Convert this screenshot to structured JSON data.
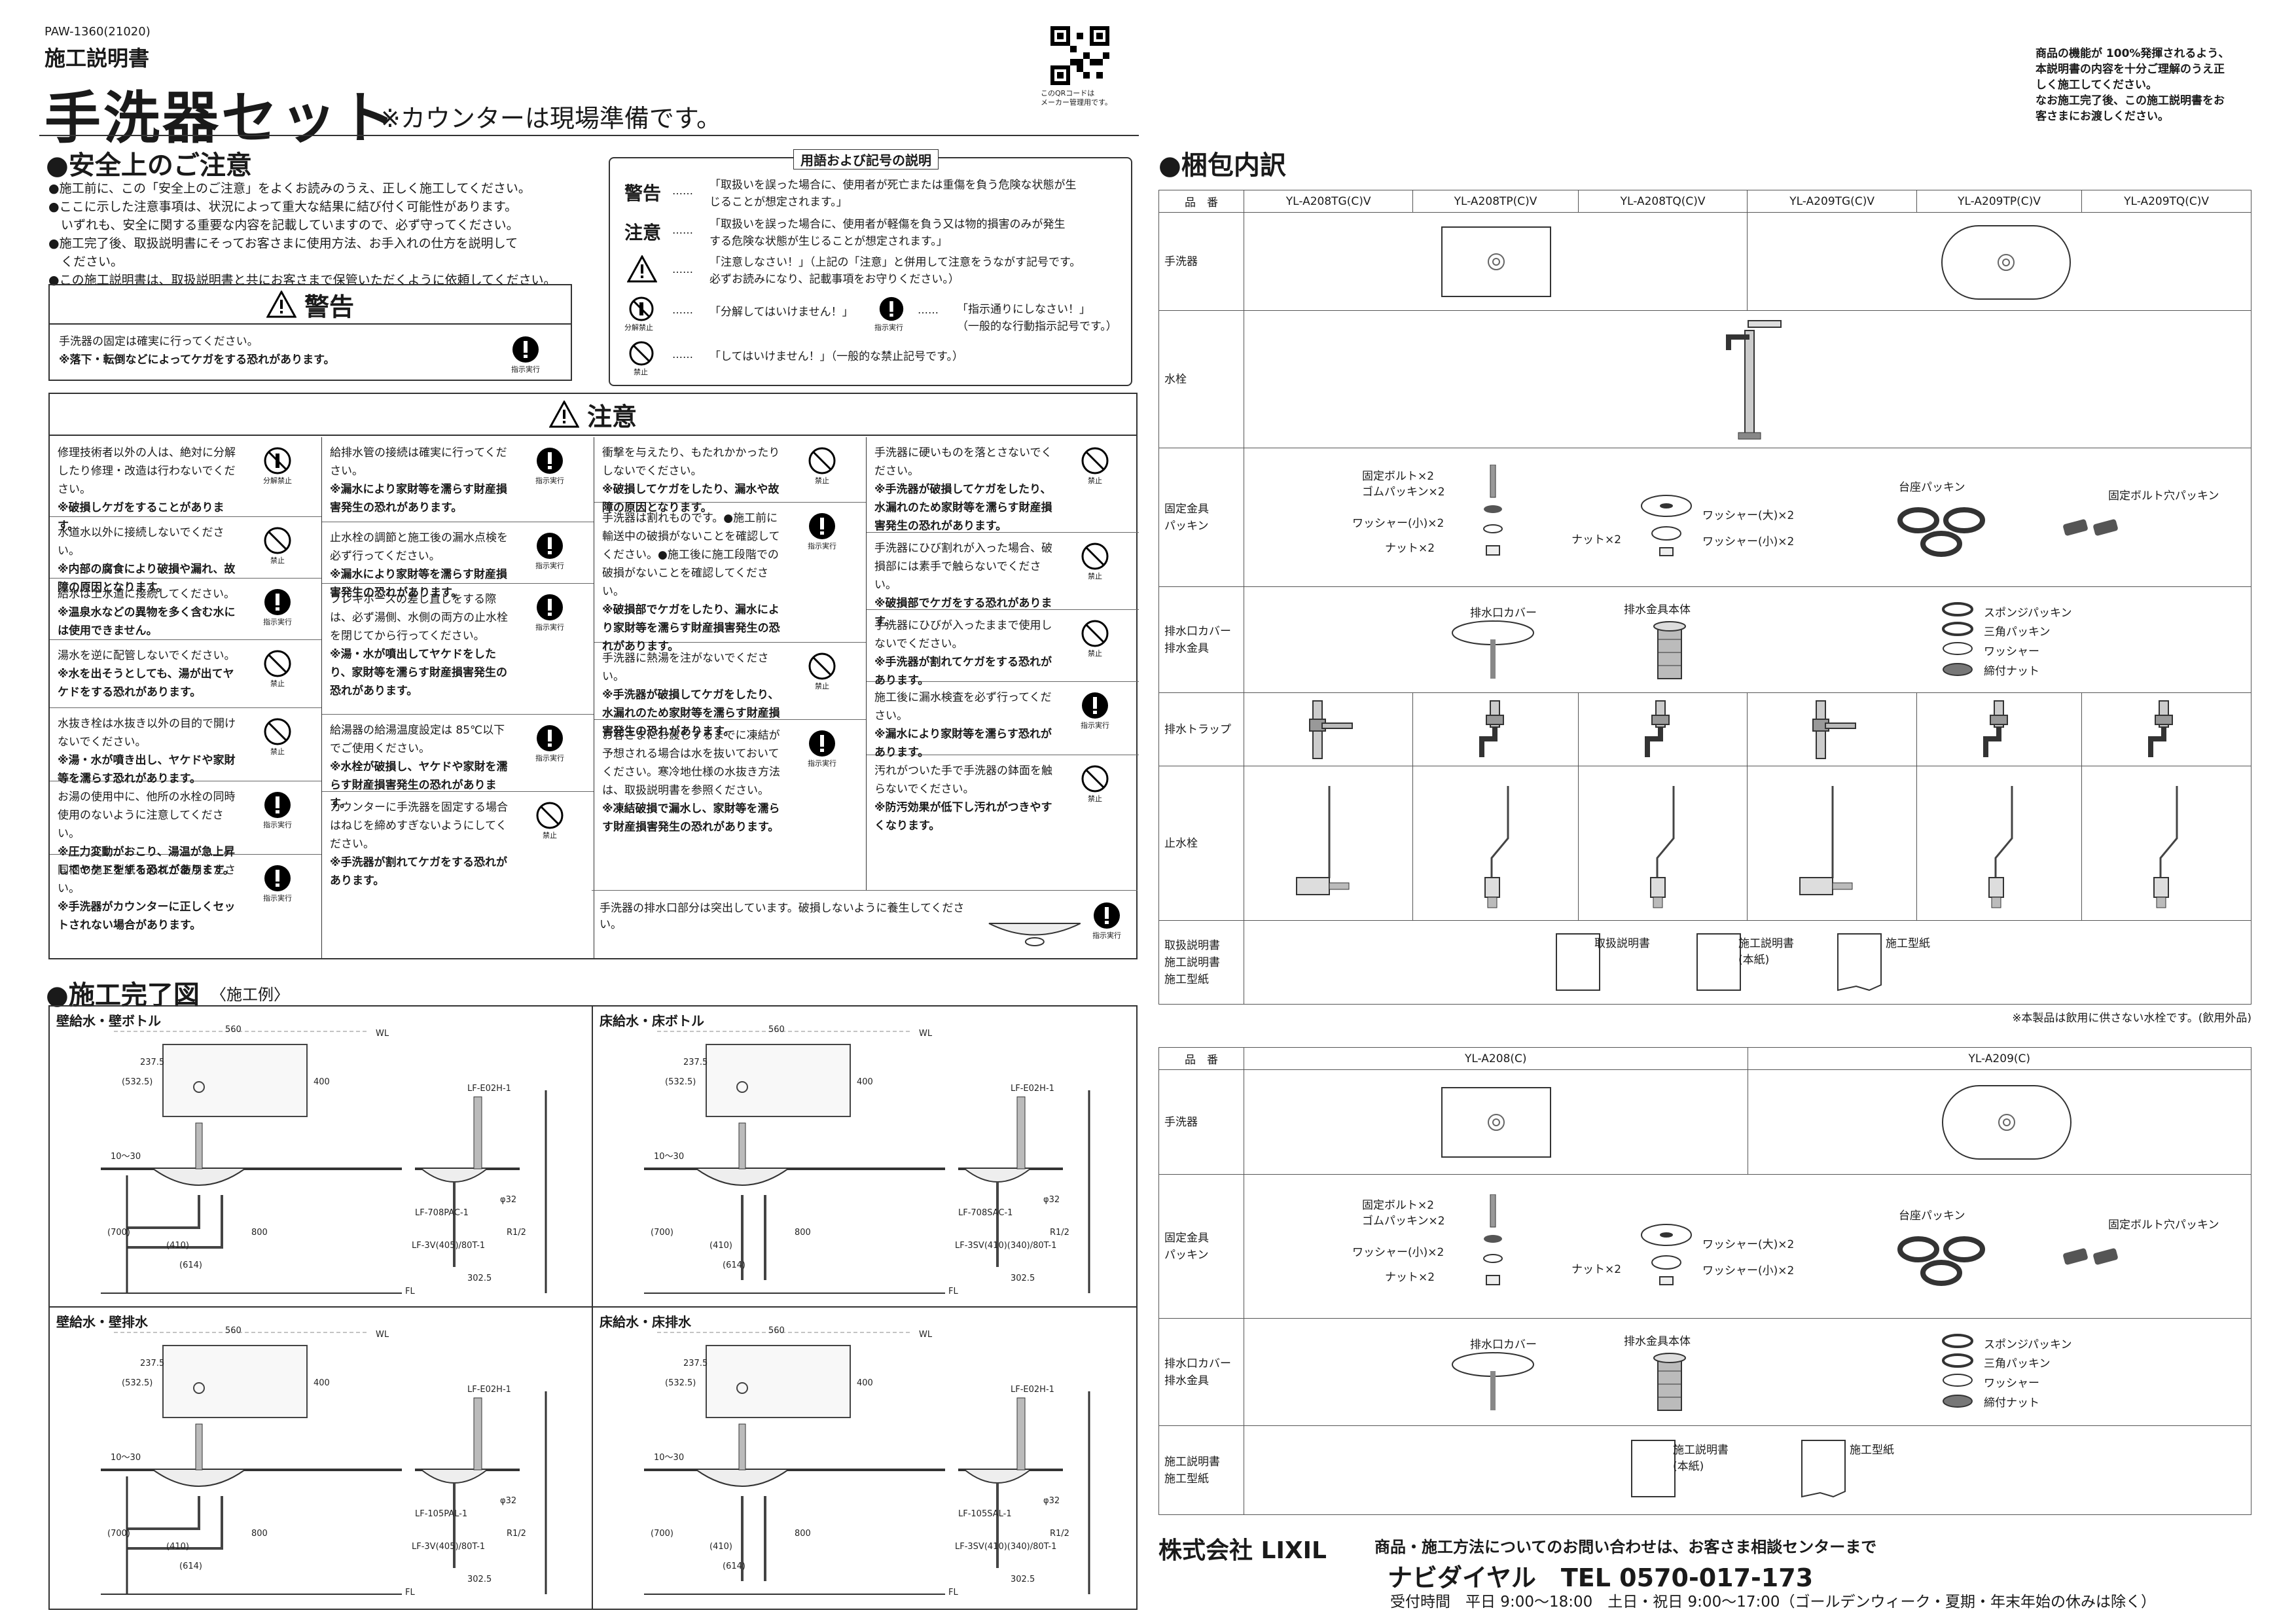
{
  "header": {
    "doc_code": "PAW-1360(21020)",
    "doc_type": "施工説明書",
    "title": "手洗器セット",
    "subtitle": "※カウンターは現場準備です。",
    "qr_caption": "このQRコードは\nメーカー管理用です。",
    "intro_lines": [
      "商品の機能が 100%発揮されるよう、",
      "本説明書の内容を十分ご理解のうえ正",
      "しく施工してください。",
      "なお施工完了後、この施工説明書をお",
      "客さまにお渡しください。"
    ]
  },
  "safety": {
    "title": "●安全上のご注意",
    "bullets": [
      "●施工前に、この「安全上のご注意」をよくお読みのうえ、正しく施工してください。",
      "●ここに示した注意事項は、状況によって重大な結果に結び付く可能性があります。",
      "　いずれも、安全に関する重要な内容を記載していますので、必ず守ってください。",
      "●施工完了後、取扱説明書にそってお客さまに使用方法、お手入れの仕方を説明して",
      "　ください。",
      "●この施工説明書は、取扱説明書と共にお客さまで保管いただくように依頼してください。"
    ],
    "warning_title": "警告",
    "warning_line1": "手洗器の固定は確実に行ってください。",
    "warning_line2": "※落下・転倒などによってケガをする恐れがあります。",
    "warning_sym": "指示実行"
  },
  "legend": {
    "title": "用語および記号の説明",
    "keikoku": "警告",
    "keikoku_text1": "「取扱いを誤った場合に、使用者が死亡または重傷を負う危険な状態が生",
    "keikoku_text2": "じることが想定されます。」",
    "chui": "注意",
    "chui_text1": "「取扱いを誤った場合に、使用者が軽傷を負う又は物的損害のみが発生",
    "chui_text2": "する危険な状態が生じることが想定されます。」",
    "tri_text1": "「注意しなさい！」（上記の「注意」と併用して注意をうながす記号です。",
    "tri_text2": "必ずお読みになり、記載事項をお守りください。）",
    "bunkai_label": "分解禁止",
    "bunkai_text": "「分解してはいけません！」",
    "shiji_label": "指示実行",
    "shiji_text1": "「指示通りにしなさい！」",
    "shiji_text2": "（一般的な行動指示記号です。）",
    "kinshi_label": "禁止",
    "kinshi_text": "「してはいけません！」（一般的な禁止記号です。）",
    "dots": "……"
  },
  "caution": {
    "title": "注意",
    "col1": [
      {
        "text": "修理技術者以外の人は、絶対に分解したり修理・改造は行わないでください。",
        "warn": "※破損しケガをすることがあります。",
        "sym": "分解禁止"
      },
      {
        "text": "水道水以外に接続しないでください。",
        "warn": "※内部の腐食により破損や漏れ、故障の原因となります。",
        "sym": "禁止"
      },
      {
        "text": "給水は上水道に接続してください。",
        "warn": "※温泉水などの異物を多く含む水には使用できません。",
        "sym": "指示実行"
      },
      {
        "text": "湯水を逆に配管しないでください。",
        "warn": "※水を出そうとしても、湯が出てヤケドをする恐れがあります。",
        "sym": "禁止"
      },
      {
        "text": "水抜き栓は水抜き以外の目的で開けないでください。",
        "warn": "※湯・水が噴き出し、ヤケドや家財等を濡らす恐れがあります。",
        "sym": "禁止"
      },
      {
        "text": "お湯の使用中に、他所の水栓の同時使用のないように注意してください。",
        "warn": "※圧力変動がおこり、湯温が急上昇してヤケドをする恐れがあります。",
        "sym": "指示実行"
      },
      {
        "text": "同梱の施工型紙を必ずご使用ください。",
        "warn": "※手洗器がカウンターに正しくセットされない場合があります。",
        "sym": "指示実行"
      }
    ],
    "col2": [
      {
        "text": "給排水管の接続は確実に行ってください。",
        "warn": "※漏水により家財等を濡らす財産損害発生の恐れがあります。",
        "sym": "指示実行"
      },
      {
        "text": "止水栓の調節と施工後の漏水点検を必ず行ってください。",
        "warn": "※漏水により家財等を濡らす財産損害発生の恐れがあります。",
        "sym": "指示実行"
      },
      {
        "text": "フレキホースの差し直しをする際は、必ず湯側、水側の両方の止水栓を閉じてから行ってください。",
        "warn": "※湯・水が噴出してヤケドをしたり、家財等を濡らす財産損害発生の恐れがあります。",
        "sym": "指示実行"
      },
      {
        "text": "給湯器の給湯温度設定は 85℃以下でご使用ください。",
        "warn": "※水栓が破損し、ヤケドや家財を濡らす財産損害発生の恐れがあります。",
        "sym": "指示実行"
      },
      {
        "text": "カウンターに手洗器を固定する場合はねじを締めすぎないようにしてください。",
        "warn": "※手洗器が割れてケガをする恐れがあります。",
        "sym": "禁止"
      }
    ],
    "col3": [
      {
        "text": "衝撃を与えたり、もたれかかったりしないでください。",
        "warn": "※破損してケガをしたり、漏水や故障の原因となります。",
        "sym": "禁止"
      },
      {
        "text": "手洗器は割れものです。●施工前に輸送中の破損がないことを確認してください。●施工後に施工段階での破損がないことを確認してください。",
        "warn": "※破損部でケガをしたり、漏水により家財等を濡らす財産損害発生の恐れがあります。",
        "sym": "指示実行"
      },
      {
        "text": "手洗器に熱湯を注がないでください。",
        "warn": "※手洗器が破損してケガをしたり、水漏れのため家財等を濡らす財産損害発生の恐れがあります。",
        "sym": "禁止"
      },
      {
        "text": "お客さまにお渡しするまでに凍結が予想される場合は水を抜いておいてください。寒冷地仕様の水抜き方法は、取扱説明書を参照ください。",
        "warn": "※凍結破損で漏水し、家財等を濡らす財産損害発生の恐れがあります。",
        "sym": "指示実行"
      }
    ],
    "col4": [
      {
        "text": "手洗器に硬いものを落とさないでください。",
        "warn": "※手洗器が破損してケガをしたり、水漏れのため家財等を濡らす財産損害発生の恐れがあります。",
        "sym": "禁止"
      },
      {
        "text": "手洗器にひび割れが入った場合、破損部には素手で触らないでください。",
        "warn": "※破損部でケガをする恐れがあります。",
        "sym": "禁止"
      },
      {
        "text": "手洗器にひびが入ったままで使用しないでください。",
        "warn": "※手洗器が割れてケガをする恐れがあります。",
        "sym": "禁止"
      },
      {
        "text": "施工後に漏水検査を必ず行ってください。",
        "warn": "※漏水により家財等を濡らす恐れがあります。",
        "sym": "指示実行"
      },
      {
        "text": "汚れがついた手で手洗器の鉢面を触らないでください。",
        "warn": "※防汚効果が低下し汚れがつきやすくなります。",
        "sym": "禁止"
      }
    ],
    "bottom": {
      "text": "手洗器の排水口部分は突出しています。破損しないように養生してください。",
      "sym": "指示実行"
    }
  },
  "completion": {
    "title": "●施工完了図",
    "sub": "〈施工例〉",
    "panels": [
      {
        "title": "壁給水・壁ボトル",
        "labels": [
          "LF-E02H-1",
          "LF-708PAC-1",
          "LF-3V(405)/80T-1"
        ]
      },
      {
        "title": "床給水・床ボトル",
        "labels": [
          "LF-E02H-1",
          "LF-708SAC-1",
          "LF-3SV(410)(340)/80T-1"
        ]
      },
      {
        "title": "壁給水・壁排水",
        "labels": [
          "LF-E02H-1",
          "LF-105PAL-1",
          "LF-3V(405)/80T-1"
        ]
      },
      {
        "title": "床給水・床排水",
        "labels": [
          "LF-E02H-1",
          "LF-105SAL-1",
          "LF-3SV(410)(340)/80T-1"
        ]
      }
    ],
    "dims": {
      "w": "560",
      "d": "(532.5)",
      "h1": "237.5",
      "h2": "400",
      "r": "R1/2",
      "phi": "φ32",
      "d2": "302.5",
      "h3": "(700)",
      "h4": "10〜30",
      "h5": "800",
      "h6": "(410)",
      "h7": "(614)",
      "wl": "WL",
      "fl": "FL"
    }
  },
  "packing": {
    "title": "●梱包内訳",
    "header": [
      "品　番",
      "YL-A208TG(C)V",
      "YL-A208TP(C)V",
      "YL-A208TQ(C)V",
      "YL-A209TG(C)V",
      "YL-A209TP(C)V",
      "YL-A209TQ(C)V"
    ],
    "rows": [
      "手洗器",
      "水栓",
      "固定金具\nパッキン",
      "排水口カバー\n排水金具",
      "排水トラップ",
      "止水栓",
      "取扱説明書\n施工説明書\n施工型紙"
    ],
    "parts": {
      "bolt": "固定ボルト×2",
      "rubber": "ゴムパッキン×2",
      "washer_s": "ワッシャー(小)×2",
      "nut": "ナット×2",
      "washer_l": "ワッシャー(大)×2",
      "nut2": "ナット×2",
      "washer_s2": "ワッシャー(小)×2",
      "base_pk": "台座パッキン",
      "bolt_hole_pk": "固定ボルト穴パッキン",
      "drain_cover": "排水口カバー",
      "drain_body": "排水金具本体",
      "sponge": "スポンジパッキン",
      "tri_pk": "三角パッキン",
      "washer": "ワッシャー",
      "tighten_nut": "締付ナット",
      "manual1": "取扱説明書",
      "manual2": "施工説明書\n(本紙)",
      "template": "施工型紙"
    },
    "note": "※本製品は飲用に供さない水栓です。(飲用外品)",
    "header2": [
      "品　番",
      "YL-A208(C)",
      "YL-A209(C)"
    ],
    "rows2": [
      "手洗器",
      "固定金具\nパッキン",
      "排水口カバー\n排水金具",
      "施工説明書\n施工型紙"
    ]
  },
  "footer": {
    "company": "株式会社 LIXIL",
    "contact_intro": "商品・施工方法についてのお問い合わせは、お客さま相談センターまで",
    "navi": "ナビダイヤル　TEL 0570-017-173",
    "hours": "受付時間　平日 9:00〜18:00　土日・祝日 9:00〜17:00（ゴールデンウィーク・夏期・年末年始の休みは除く）"
  }
}
